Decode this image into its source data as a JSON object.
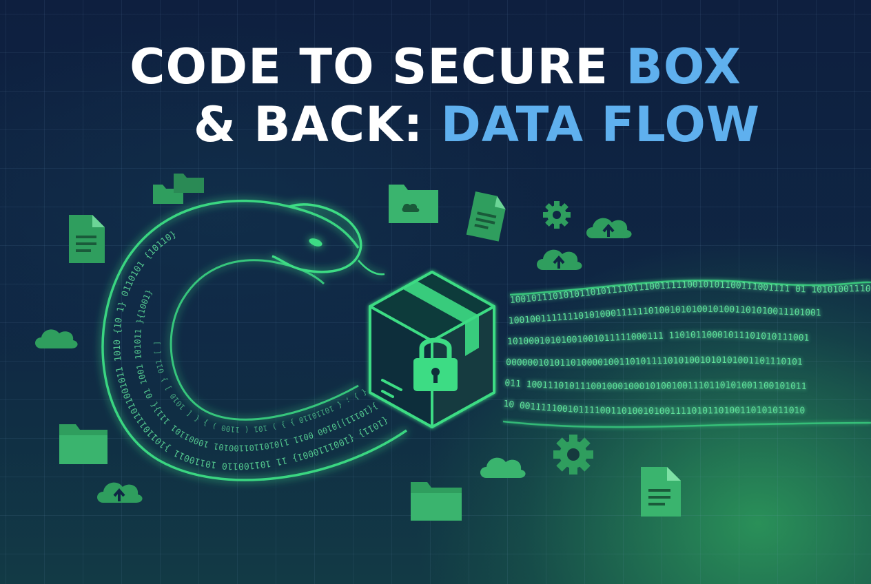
{
  "title": {
    "line1_white": "CODE TO SECURE ",
    "line1_accent": "BOX",
    "line2_white": "& BACK: ",
    "line2_accent": "DATA FLOW"
  },
  "colors": {
    "background": "#0d1f3d",
    "accent_blue": "#5fb0ee",
    "glow_green": "#3ddc84",
    "icon_green": "#2f9e5e"
  },
  "icons": [
    "document-icon",
    "folder-icon",
    "cloud-icon",
    "cloud-upload-icon",
    "gear-icon",
    "padlock-icon",
    "box-icon",
    "snake-icon"
  ]
}
